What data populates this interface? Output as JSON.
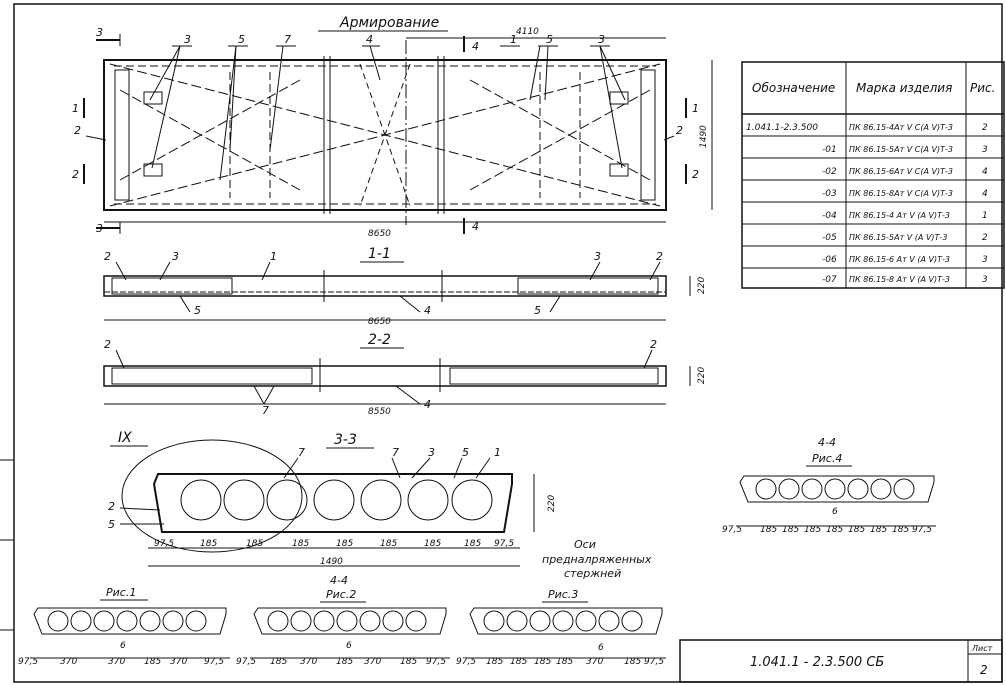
{
  "drawing": {
    "title": "Армирование",
    "section_1_1": "1-1",
    "section_2_2": "2-2",
    "section_3_3": "3-3",
    "section_4_4": "4-4",
    "detail_mark": "IX",
    "cut_1": "1",
    "cut_2": "2",
    "cut_3": "3",
    "cut_4": "4",
    "pos_1": "1",
    "pos_2": "2",
    "pos_3": "3",
    "pos_4": "4",
    "pos_5": "5",
    "pos_6": "6",
    "pos_7": "7",
    "dim_4110": "4110",
    "dim_1490": "1490",
    "dim_8650": "8650",
    "dim_8550": "8550",
    "dim_220": "220",
    "dim_97_5": "97,5",
    "dim_185": "185",
    "dim_370": "370",
    "axes_note_1": "Оси",
    "axes_note_2": "предналряженных",
    "axes_note_3": "стержней",
    "ris_4": "Рис.4",
    "ris_1": "Рис.1",
    "ris_2": "Рис.2",
    "ris_3": "Рис.3"
  },
  "table": {
    "headers": [
      "Обозначение",
      "Марка изделия",
      "Рис."
    ],
    "rows": [
      {
        "code": "1.041.1-2.3.500",
        "mark": "ПК 86.15-4Ат V С(А V)Т-3",
        "fig": "2"
      },
      {
        "code": "-01",
        "mark": "ПК 86.15-5Ат V С(А V)Т-3",
        "fig": "3"
      },
      {
        "code": "-02",
        "mark": "ПК 86.15-6Ат V С(А V)Т-3",
        "fig": "4"
      },
      {
        "code": "-03",
        "mark": "ПК 86.15-8Ат V С(А V)Т-3",
        "fig": "4"
      },
      {
        "code": "-04",
        "mark": "ПК 86.15-4 Ат V (А V)Т-3",
        "fig": "1"
      },
      {
        "code": "-05",
        "mark": "ПК 86.15-5Ат V (А V)Т-3",
        "fig": "2"
      },
      {
        "code": "-06",
        "mark": "ПК 86.15-6 Ат V (А V)Т-3",
        "fig": "3"
      },
      {
        "code": "-07",
        "mark": "ПК 86.15-8 Ат V (А V)Т-3",
        "fig": "3"
      }
    ]
  },
  "stamp": {
    "doc_code": "1.041.1 - 2.3.500 СБ",
    "sheet_label": "Лист",
    "sheet_num": "2"
  }
}
